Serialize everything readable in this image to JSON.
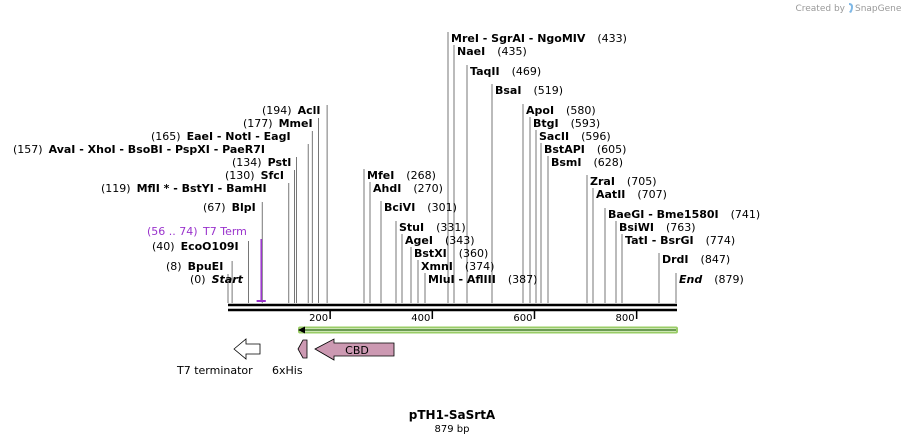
{
  "credit": {
    "created_by": "Created by",
    "brand": "SnapGene"
  },
  "plasmid": {
    "name": "pTH1-SaSrtA",
    "size": "879 bp",
    "length": 879
  },
  "map": {
    "ticks": [
      {
        "bp": 200,
        "label": "200"
      },
      {
        "bp": 400,
        "label": "400"
      },
      {
        "bp": 600,
        "label": "600"
      },
      {
        "bp": 800,
        "label": "800"
      }
    ]
  },
  "sites": [
    {
      "bp": 0,
      "left": "(0)",
      "name": "Start",
      "italic": true
    },
    {
      "bp": 8,
      "left": "(8)",
      "name": "BpuEI"
    },
    {
      "bp": 40,
      "left": "(40)",
      "name": "EcoO109I"
    },
    {
      "bp": 67,
      "left": "(67)",
      "name": "BlpI"
    },
    {
      "bp": 119,
      "left": "(119)",
      "name": "MflI * - BstYI - BamHI"
    },
    {
      "bp": 130,
      "left": "(130)",
      "name": "SfcI"
    },
    {
      "bp": 134,
      "left": "(134)",
      "name": "PstI"
    },
    {
      "bp": 157,
      "left": "(157)",
      "name": "AvaI - XhoI - BsoBI - PspXI - PaeR7I"
    },
    {
      "bp": 165,
      "left": "(165)",
      "name": "EaeI - NotI - EagI"
    },
    {
      "bp": 177,
      "left": "(177)",
      "name": "MmeI"
    },
    {
      "bp": 194,
      "left": "(194)",
      "name": "AclI"
    },
    {
      "bp": 268,
      "name": "MfeI",
      "right": "(268)"
    },
    {
      "bp": 270,
      "name": "AhdI",
      "right": "(270)"
    },
    {
      "bp": 301,
      "name": "BciVI",
      "right": "(301)"
    },
    {
      "bp": 331,
      "name": "StuI",
      "right": "(331)"
    },
    {
      "bp": 343,
      "name": "AgeI",
      "right": "(343)"
    },
    {
      "bp": 360,
      "name": "BstXI",
      "right": "(360)"
    },
    {
      "bp": 374,
      "name": "XmnI",
      "right": "(374)"
    },
    {
      "bp": 387,
      "name": "MluI - AflIII",
      "right": "(387)"
    },
    {
      "bp": 433,
      "name": "MreI - SgrAI - NgoMIV",
      "right": "(433)"
    },
    {
      "bp": 435,
      "name": "NaeI",
      "right": "(435)"
    },
    {
      "bp": 469,
      "name": "TaqII",
      "right": "(469)"
    },
    {
      "bp": 519,
      "name": "BsaI",
      "right": "(519)"
    },
    {
      "bp": 580,
      "name": "ApoI",
      "right": "(580)"
    },
    {
      "bp": 593,
      "name": "BtgI",
      "right": "(593)"
    },
    {
      "bp": 596,
      "name": "SacII",
      "right": "(596)"
    },
    {
      "bp": 605,
      "name": "BstAPI",
      "right": "(605)"
    },
    {
      "bp": 628,
      "name": "BsmI",
      "right": "(628)"
    },
    {
      "bp": 705,
      "name": "ZraI",
      "right": "(705)"
    },
    {
      "bp": 707,
      "name": "AatII",
      "right": "(707)"
    },
    {
      "bp": 741,
      "name": "BaeGI - Bme1580I",
      "right": "(741)"
    },
    {
      "bp": 763,
      "name": "BsiWI",
      "right": "(763)"
    },
    {
      "bp": 774,
      "name": "TatI - BsrGI",
      "right": "(774)"
    },
    {
      "bp": 847,
      "name": "DrdI",
      "right": "(847)"
    },
    {
      "bp": 879,
      "name": "End",
      "right": "(879)",
      "italic": true
    }
  ],
  "primer_site": {
    "range": "(56 .. 74)",
    "name": "T7 Term",
    "color": "#9932cc"
  },
  "features": [
    {
      "name": "T7 terminator",
      "color": "#ffffff"
    },
    {
      "name": "6xHis",
      "color": "#cc99b2"
    },
    {
      "name": "CBD",
      "color": "#cc99b2"
    }
  ],
  "orf": {
    "color": "#99cc66",
    "direction": "reverse"
  }
}
